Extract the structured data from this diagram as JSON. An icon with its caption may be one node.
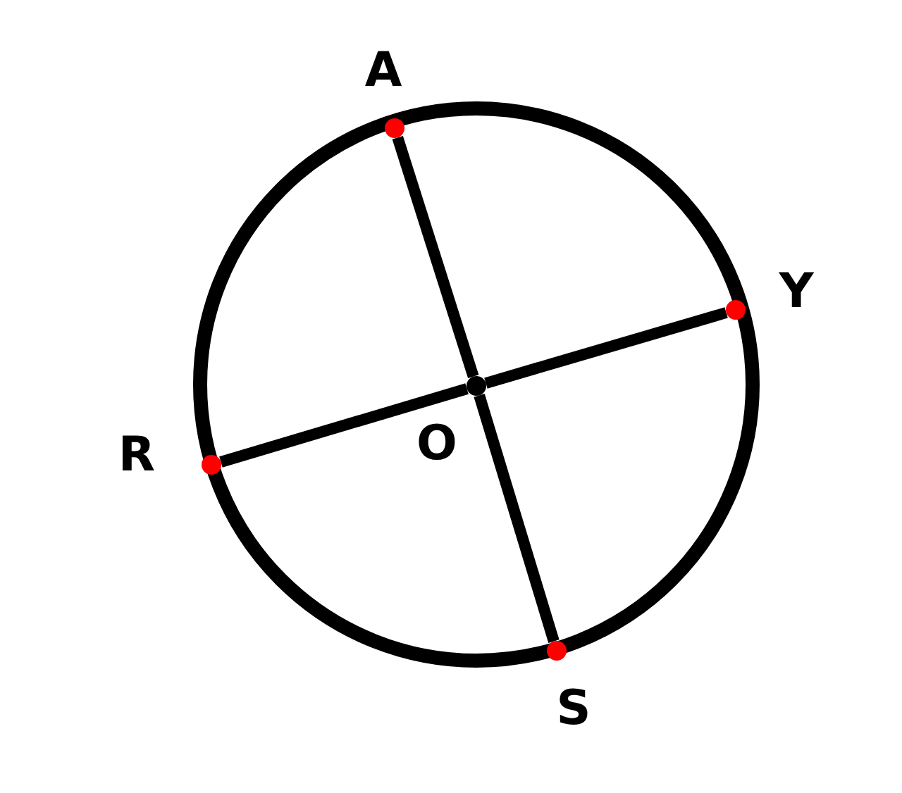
{
  "diagram": {
    "nodes": [
      {
        "text": [
          "A"
        ]
      },
      {
        "text": [
          "Y"
        ]
      },
      {
        "text": [
          "R"
        ]
      },
      {
        "text": [
          "O"
        ]
      },
      {
        "text": [
          "S"
        ]
      }
    ],
    "edges": [
      {
        "from": 0,
        "to": 3,
        "arrow": "none"
      },
      {
        "from": 3,
        "to": 4,
        "arrow": "none"
      },
      {
        "from": 2,
        "to": 3,
        "arrow": "none"
      },
      {
        "from": 3,
        "to": 1,
        "arrow": "none"
      }
    ]
  }
}
